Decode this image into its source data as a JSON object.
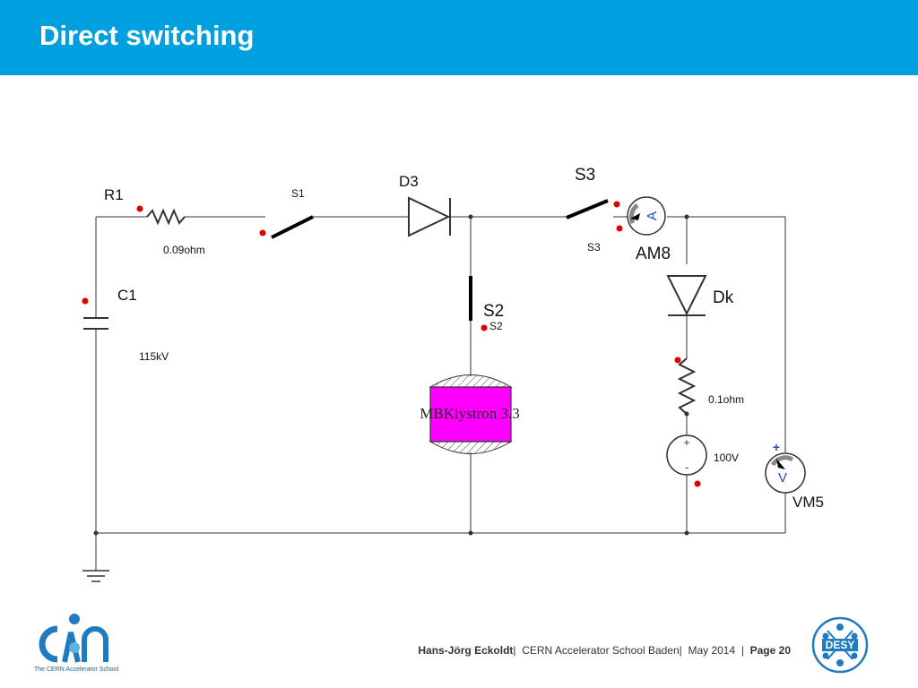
{
  "header": {
    "title": "Direct switching",
    "color": "#00a0e0"
  },
  "schematic": {
    "wire_color": "#333333",
    "accent_color": "#e00000",
    "klystron_fill": "#ff00ff",
    "components": {
      "r1": {
        "name": "R1",
        "value": "0.09ohm"
      },
      "c1": {
        "name": "C1",
        "value": "115kV"
      },
      "s1": {
        "name": "S1"
      },
      "d3": {
        "name": "D3"
      },
      "s2": {
        "name": "S2",
        "sub": "S2"
      },
      "s3": {
        "name": "S3",
        "sub": "S3"
      },
      "am8": {
        "name": "AM8",
        "symbol": "A"
      },
      "dk": {
        "name": "Dk"
      },
      "r_dk": {
        "value": "0.1ohm"
      },
      "v_src": {
        "value": "100V",
        "plus": "+",
        "minus": "-"
      },
      "vm5": {
        "name": "VM5",
        "symbol": "V",
        "plus": "+"
      },
      "klystron": {
        "label": "MBKlystron 3.3"
      }
    }
  },
  "footer": {
    "author": "Hans-Jörg Eckoldt",
    "sep1": "|",
    "event": "CERN Accelerator School Baden",
    "sep2": "|",
    "date": "May 2014",
    "sep3": "|",
    "page": "Page 20",
    "cas_text": "The CERN Accelerator School",
    "desy_text": "DESY",
    "cas_color": "#1f7bbf",
    "desy_color": "#1f7bbf"
  }
}
